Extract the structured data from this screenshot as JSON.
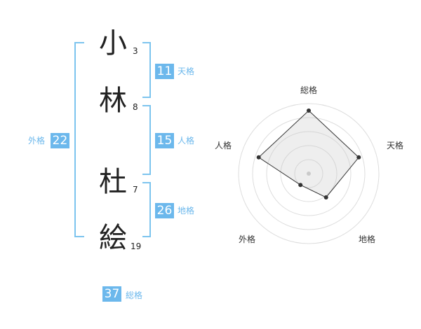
{
  "name": {
    "characters": [
      {
        "char": "小",
        "strokes": "3"
      },
      {
        "char": "林",
        "strokes": "8"
      },
      {
        "char": "杜",
        "strokes": "7"
      },
      {
        "char": "絵",
        "strokes": "19"
      }
    ]
  },
  "scores": {
    "tenkaku": {
      "value": "11",
      "label": "天格"
    },
    "jinkaku": {
      "value": "15",
      "label": "人格"
    },
    "chikaku": {
      "value": "26",
      "label": "地格"
    },
    "gaikaku": {
      "value": "22",
      "label": "外格"
    },
    "soukaku": {
      "value": "37",
      "label": "総格"
    }
  },
  "colors": {
    "accent": "#6cb8ec",
    "bracket": "#7cc4ee",
    "text": "#222222"
  },
  "chart_data": {
    "type": "radar",
    "axes": [
      "総格",
      "天格",
      "地格",
      "外格",
      "人格"
    ],
    "values": [
      0.9,
      0.75,
      0.42,
      0.2,
      0.75
    ],
    "range": [
      0,
      1
    ],
    "rings": 5,
    "grid": true
  }
}
